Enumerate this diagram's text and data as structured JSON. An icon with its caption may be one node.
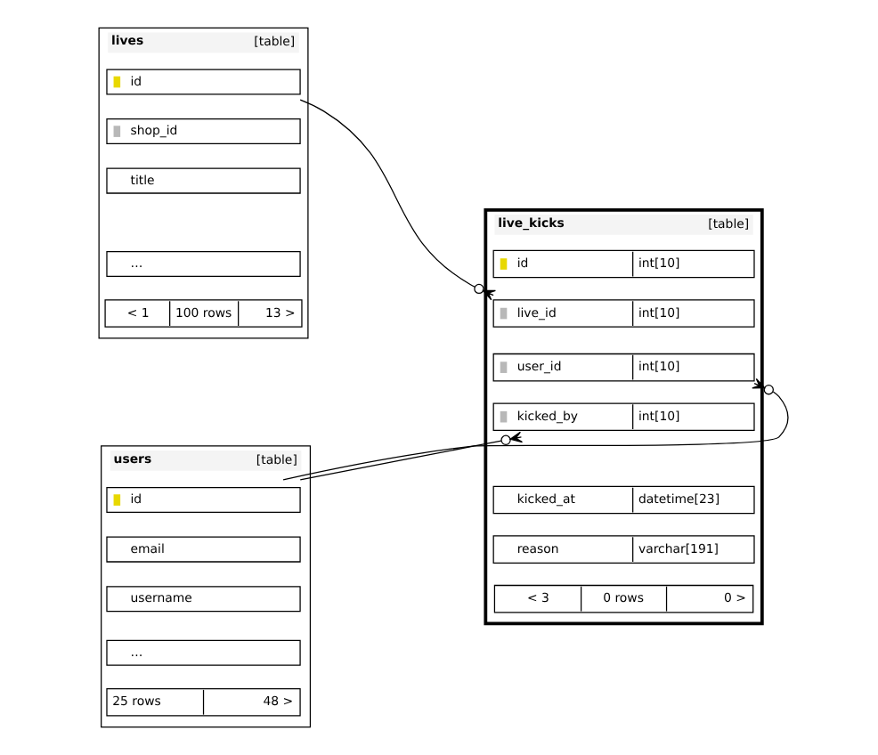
{
  "diagram": {
    "nodes": [
      {
        "text": [
          "lives",
          "[table]"
        ]
      },
      {
        "text": [
          "id"
        ],
        "in": 0
      },
      {
        "text": [
          "shop_id"
        ],
        "in": 0
      },
      {
        "text": [
          "title"
        ],
        "in": 0
      },
      {
        "text": [
          "…"
        ],
        "in": 0
      },
      {
        "text": [
          "< 1",
          "100 rows",
          "13 >"
        ],
        "in": 0
      },
      {
        "text": [
          "users",
          "[table]"
        ]
      },
      {
        "text": [
          "id"
        ],
        "in": 6
      },
      {
        "text": [
          "email"
        ],
        "in": 6
      },
      {
        "text": [
          "username"
        ],
        "in": 6
      },
      {
        "text": [
          "…"
        ],
        "in": 6
      },
      {
        "text": [
          "25 rows",
          "48 >"
        ],
        "in": 6
      },
      {
        "text": [
          "live_kicks",
          "[table]"
        ]
      },
      {
        "text": [
          "id",
          "int[10]"
        ],
        "in": 12
      },
      {
        "text": [
          "live_id",
          "int[10]"
        ],
        "in": 12
      },
      {
        "text": [
          "user_id",
          "int[10]"
        ],
        "in": 12
      },
      {
        "text": [
          "kicked_by",
          "int[10]"
        ],
        "in": 12
      },
      {
        "text": [
          "kicked_at",
          "datetime[23]"
        ],
        "in": 12
      },
      {
        "text": [
          "reason",
          "varchar[191]"
        ],
        "in": 12
      },
      {
        "text": [
          "< 3",
          "0 rows",
          "0 >"
        ],
        "in": 12
      }
    ],
    "edges": [
      {
        "from": 1,
        "to": 14,
        "arrow": "other"
      },
      {
        "from": 7,
        "to": 15,
        "arrow": "other"
      },
      {
        "from": 7,
        "to": 16,
        "arrow": "other"
      }
    ]
  }
}
